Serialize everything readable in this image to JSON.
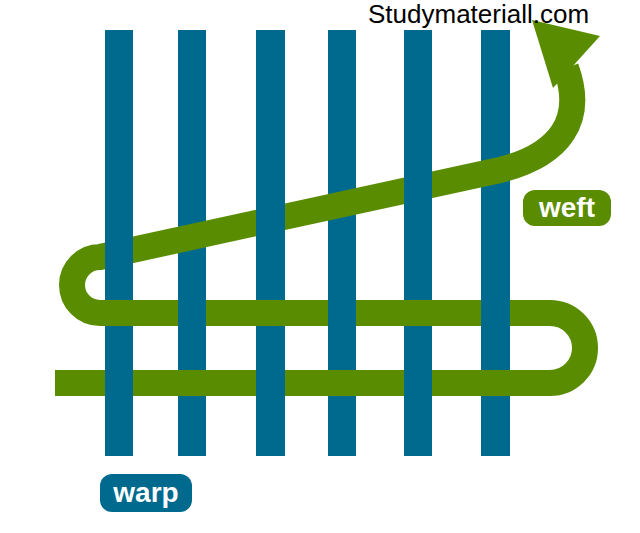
{
  "diagram": {
    "nodes": [
      {
        "text": [
          "weft"
        ]
      },
      {
        "text": [
          "warp"
        ]
      }
    ],
    "labels": [
      "Studymateriall.com"
    ]
  }
}
